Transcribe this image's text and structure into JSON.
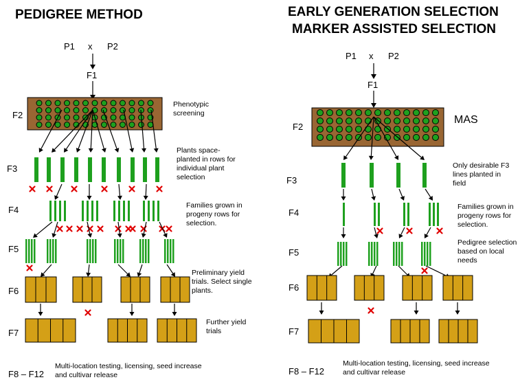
{
  "left": {
    "title": "PEDIGREE METHOD",
    "parents": [
      "P1",
      "x",
      "P2"
    ],
    "generations": [
      "F1",
      "F2",
      "F3",
      "F4",
      "F5",
      "F6",
      "F7",
      "F8 – F12"
    ],
    "notes": {
      "f2": [
        "Phenotypic",
        "screening"
      ],
      "f3": [
        "Plants space-",
        "planted in rows for",
        "individual plant",
        "selection"
      ],
      "f4": [
        "Families grown in",
        "progeny rows for",
        "selection."
      ],
      "f6": [
        "Preliminary yield",
        "trials.  Select single",
        "plants."
      ],
      "f7": [
        "Further yield",
        "trials"
      ],
      "final": [
        "Multi-location testing, licensing, seed increase",
        "and cultivar release"
      ]
    }
  },
  "right": {
    "title": [
      "EARLY GENERATION SELECTION",
      "MARKER ASSISTED SELECTION"
    ],
    "parents": [
      "P1",
      "x",
      "P2"
    ],
    "generations": [
      "F1",
      "F2",
      "F3",
      "F4",
      "F5",
      "F6",
      "F7",
      "F8 – F12"
    ],
    "mas_label": "MAS",
    "notes": {
      "f3": [
        "Only desirable F3",
        "lines planted in",
        "field"
      ],
      "f4": [
        "Families grown in",
        "progeny rows for",
        "selection."
      ],
      "f5": [
        "Pedigree selection",
        "based on local",
        "needs"
      ],
      "final": [
        "Multi-location testing, licensing, seed increase",
        "and cultivar release"
      ]
    }
  },
  "colors": {
    "field": "#996633",
    "plant": "#1ea01e",
    "trial_box": "#d4a017",
    "reject_mark": "#e00000"
  }
}
